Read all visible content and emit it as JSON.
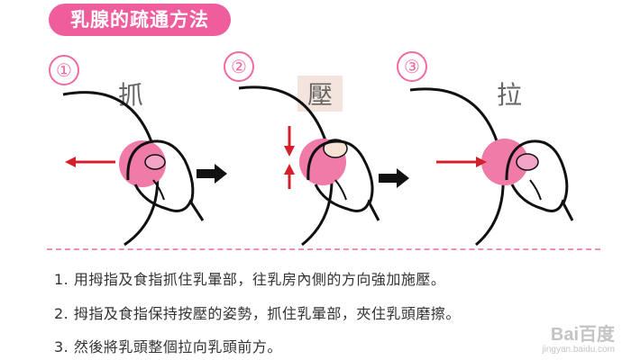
{
  "title": "乳腺的疏通方法",
  "steps": [
    {
      "number": "①",
      "label": "抓"
    },
    {
      "number": "②",
      "label": "壓"
    },
    {
      "number": "③",
      "label": "拉"
    }
  ],
  "instructions": [
    "1. 用拇指及食指抓住乳暈部，往乳房內側的方向強加施壓。",
    "2. 拇指及食指保持按壓的姿勢，抓住乳暈部，夾住乳頭磨擦。",
    "3. 然後將乳頭整個拉向乳頭前方。"
  ],
  "watermark": {
    "main": "Bai百度",
    "sub": "jingyan.baidu.com"
  },
  "colors": {
    "accent": "#f05d9c",
    "areola": "#f07aa8",
    "arrow_red": "#d4202a",
    "line": "#111111"
  }
}
